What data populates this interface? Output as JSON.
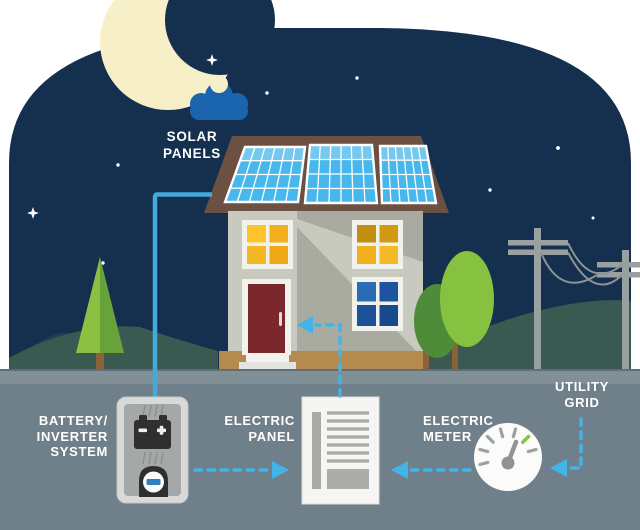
{
  "labels": {
    "solar_panels": "SOLAR\nPANELS",
    "battery_inverter": "BATTERY/\nINVERTER\nSYSTEM",
    "electric_panel": "ELECTRIC\nPANEL",
    "electric_meter": "ELECTRIC\nMETER",
    "utility_grid": "UTILITY\nGRID"
  },
  "connections": [
    {
      "from": "solar-panels",
      "to": "battery-inverter-system",
      "style": "solid-line"
    },
    {
      "from": "battery-inverter-system",
      "to": "electric-panel",
      "style": "dashed-arrow"
    },
    {
      "from": "electric-meter",
      "to": "electric-panel",
      "style": "dashed-arrow"
    },
    {
      "from": "utility-grid",
      "to": "electric-meter",
      "style": "dashed-arrow"
    },
    {
      "from": "electric-panel",
      "to": "house-door",
      "style": "dashed-arrow"
    }
  ],
  "icons": [
    "moon-icon",
    "cloud-icon",
    "star-icon",
    "pine-tree-icon",
    "round-tree-icon",
    "house-icon",
    "solar-array-icon",
    "battery-icon",
    "inverter-display-icon",
    "breaker-panel-icon",
    "meter-gauge-icon",
    "utility-pole-icon",
    "arrow-icon"
  ],
  "colors": {
    "sky": "#14304E",
    "moon": "#F6EFC7",
    "cloud": "#1B65AE",
    "arrow_blue": "#41B4E9",
    "wire_blue": "#45A9DA",
    "solar_panel_blue": "#47B7EC",
    "roof_brown": "#6C5142",
    "wall_light": "#C9CABF",
    "wall_shadow": "#A9ABA0",
    "window_amber": "#F2B01E",
    "window_blue": "#1E549F",
    "door_maroon": "#7A282B",
    "foundation_tan": "#B58A4E",
    "hill_green": "#3A5950",
    "hill_navy": "#233F4C",
    "pine_light": "#8CC043",
    "pine_dark": "#68A339",
    "tree_bright": "#86C140",
    "tree_dark": "#4F8C3A",
    "ground_strip": "#818F97",
    "bottom_band": "#70808A",
    "device_case": "#D9DAD8",
    "device_inner": "#A4A8A8",
    "device_black": "#2F2F2F",
    "display_blue": "#2E7FC2",
    "gauge_green": "#8BC34A",
    "label_text": "#FFFFFF"
  }
}
